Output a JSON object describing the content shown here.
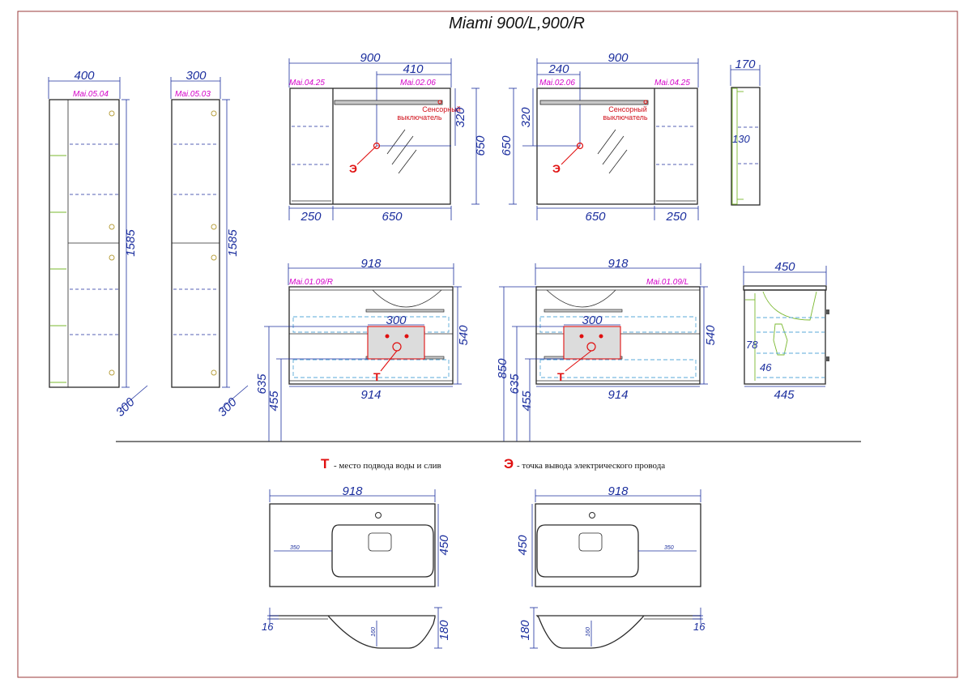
{
  "title": "Miami 900/L,900/R",
  "tall_cabinets": {
    "left": {
      "width": "400",
      "code": "Mai.05.04",
      "height": "1585",
      "depth": "300"
    },
    "right": {
      "width": "300",
      "code": "Mai.05.03",
      "height": "1585",
      "depth": "300"
    }
  },
  "mirrors": {
    "left": {
      "overall": "900",
      "sub": "410",
      "code_side": "Mai.04.25",
      "code_light": "Mai.02.06",
      "offset": "320",
      "height": "650",
      "side_w": "250",
      "mirror_w": "650",
      "switch_label_1": "Сенсорный",
      "switch_label_2": "выключатель",
      "symbol": "Э"
    },
    "right": {
      "overall": "900",
      "sub": "240",
      "code_light": "Mai.02.06",
      "code_side": "Mai.04.25",
      "offset": "320",
      "height": "650",
      "mirror_w": "650",
      "side_w": "250",
      "switch_label_1": "Сенсорный",
      "switch_label_2": "выключатель",
      "symbol": "Э"
    },
    "side": {
      "depth": "170",
      "inner": "130"
    }
  },
  "vanities": {
    "left": {
      "width": "918",
      "code": "Mai.01.09/R",
      "plumb_w": "300",
      "height": "540",
      "h_total": "635",
      "h_low": "455",
      "bottom_w": "914",
      "symbol": "Т"
    },
    "right": {
      "width": "918",
      "code": "Mai.01.09/L",
      "plumb_w": "300",
      "height": "540",
      "h_total": "850",
      "h_mid": "635",
      "h_low": "455",
      "bottom_w": "914",
      "symbol": "Т"
    },
    "side": {
      "depth": "450",
      "dim_a": "78",
      "dim_b": "46",
      "bottom": "445"
    }
  },
  "legend": {
    "t_symbol": "Т",
    "t_text": "- место подвода воды и слив",
    "e_symbol": "Э",
    "e_text": "-  точка вывода электрического провода"
  },
  "sinks": {
    "left": {
      "width": "918",
      "depth": "450",
      "inner": "350",
      "thick": "16",
      "height": "180",
      "bowl": "160"
    },
    "right": {
      "width": "918",
      "depth": "450",
      "inner": "350",
      "thick": "16",
      "height": "180",
      "bowl": "160"
    }
  },
  "colors": {
    "dimension": "#1c2f9e",
    "code": "#d400c8",
    "marker": "#e01010",
    "outline": "#2a2a2a",
    "frame": "#9a3a3a"
  }
}
